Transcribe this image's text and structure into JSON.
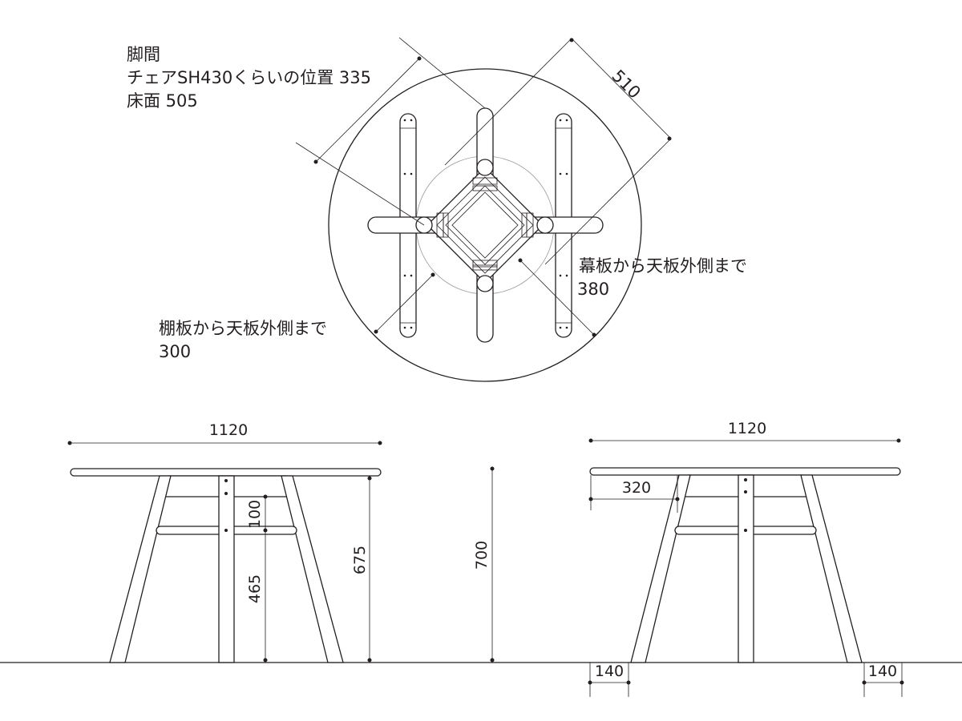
{
  "annotations": {
    "leg_spacing_heading": "脚間",
    "leg_spacing_chair": "チェアSH430くらいの位置 335",
    "leg_spacing_floor": "床面 505",
    "dim_top_width": "510",
    "apron_to_edge": "幕板から天板外側まで",
    "apron_to_edge_value": "380",
    "shelf_to_edge": "棚板から天板外側まで",
    "shelf_to_edge_value": "300"
  },
  "front_view": {
    "width": "1120",
    "shelf_gap": "100",
    "shelf_height": "465",
    "leg_height": "675",
    "total_height": "700"
  },
  "side_view": {
    "width": "1120",
    "overhang": "320",
    "foot_left": "140",
    "foot_right": "140"
  }
}
